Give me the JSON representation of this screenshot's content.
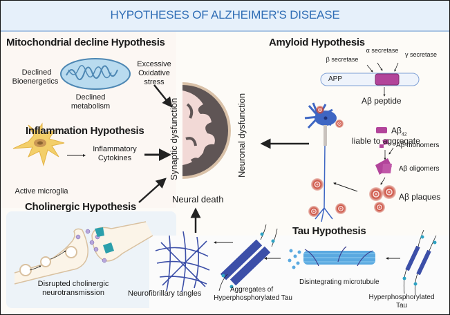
{
  "title": "HYPOTHESES OF ALZHEIMER'S DISEASE",
  "colors": {
    "title": "#2f6db5",
    "header_bg": "#e6f0fa",
    "header_border": "#a9c3e2",
    "mitochondria": "#b9dbef",
    "microglia": "#f3cf6a",
    "brain": "#f2d9d6",
    "amyloid": "#b2449a",
    "plaque": "#c94a3a",
    "neuron": "#3e66c3",
    "tau": "#3c4fa8",
    "phosphate": "#2fa3c4",
    "receptor": "#2b9fab",
    "vesicle": "#b7a6dc"
  },
  "center": {
    "synaptic_dysfunction": "Synaptic dysfunction",
    "neuronal_dysfunction": "Neuronal dysfunction",
    "neural_death": "Neural death"
  },
  "mitochondrial": {
    "heading": "Mitochondrial decline Hypothesis",
    "labels": [
      "Declined",
      "Bioenergetics",
      "Declined",
      "metabolism",
      "Excessive",
      "Oxidative",
      "stress"
    ]
  },
  "inflammation": {
    "heading": "Inflammation Hypothesis",
    "labels": [
      "Inflammatory",
      "Cytokines",
      "Active microglia"
    ]
  },
  "cholinergic": {
    "heading": "Cholinergic Hypothesis",
    "labels": [
      "Disrupted cholinergic",
      "neurotransmission"
    ]
  },
  "amyloid": {
    "heading": "Amyloid Hypothesis",
    "enzymes": [
      "β secretase",
      "α secretase",
      "γ secretase"
    ],
    "app": "APP",
    "peptide": "Aβ peptide",
    "ab42": "Aβ",
    "ab42_sub": "42",
    "liable": "liable to aggregate",
    "monomers": "Aβ monomers",
    "oligomers": "Aβ oligomers",
    "plaques": "Aβ plaques"
  },
  "tau": {
    "heading": "Tau Hypothesis",
    "hyper_tau": [
      "Hyperphosphorylated",
      "Tau"
    ],
    "microtubule": "Disintegrating microtubule",
    "aggregates": [
      "Aggregates of",
      "Hyperphosphorylated Tau"
    ],
    "tangles": "Neurofibrillary tangles"
  }
}
